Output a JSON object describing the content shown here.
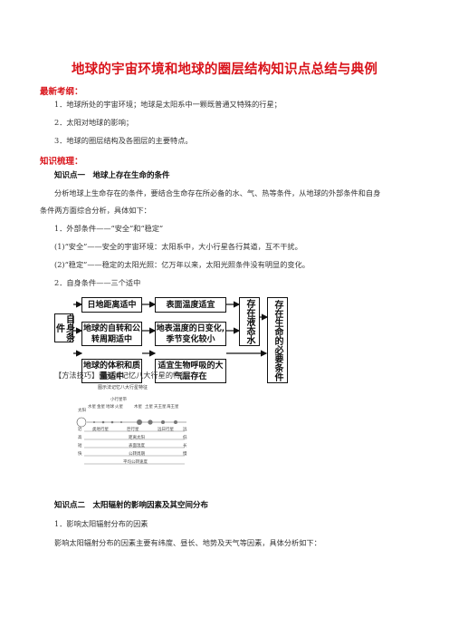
{
  "title": "地球的宇宙环境和地球的圈层结构知识点总结与典例",
  "exam": {
    "heading": "最新考纲：",
    "items": [
      "1．地球所处的宇宙环境；地球是太阳系中一颗既普通又特殊的行星；",
      "2．太阳对地球的影响；",
      "3．地球的圈层结构及各圈层的主要特点。"
    ]
  },
  "knowledge": {
    "heading": "知识梳理：",
    "point1": {
      "title": "知识点一　地球上存在生命的条件",
      "intro_line1": "分析地球上生命存在的条件，要结合生命存在所必备的水、气、热等条件，从地球的外部条件和自身",
      "intro_line2": "条件两方面综合分析，具体如下：",
      "outer": "1．外部条件——“安全”和“稳定”",
      "safe": "(1)“安全”——安全的宇宙环境：太阳系中，大小行星各行其道，互不干扰。",
      "stable": "(2)“稳定”——稳定的太阳光照：亿万年以来，太阳光照条件没有明显的变化。",
      "self": "2．自身条件——三个适中"
    },
    "diagram": {
      "left": "自身条件",
      "c1": [
        "日地距离适中",
        "地球的自转和公转周期适中",
        "地球的体积和质量适中"
      ],
      "c2": [
        "表面温度适宜",
        "地表温度的日变化,季节变化较小",
        "适宜生物呼吸的大气层存在"
      ],
      "c3": "存在液态水",
      "c4": "存在生命的必要条件"
    },
    "tip": "【方法技巧】图示法记忆八大行星的特征",
    "mini": {
      "title": "图示法记忆八大行星特征",
      "planets": [
        "太阳",
        "水星",
        "金星",
        "地球",
        "火星",
        "木星",
        "土星",
        "天王星",
        "海王星"
      ],
      "top_label": "小行星带",
      "row1": [
        "类地行星",
        "巨行星",
        "远日行星"
      ],
      "labels_left": [
        "近",
        "高",
        "短",
        "快"
      ],
      "labels_mid": [
        "距离太阳",
        "表面温度",
        "公转周期",
        "平均公转速度"
      ],
      "labels_right": [
        "远",
        "低",
        "长",
        "慢"
      ]
    },
    "point2": {
      "title": "知识点二　太阳辐射的影响因素及其空间分布",
      "sub1": "1．影响太阳辐射分布的因素",
      "text": "影响太阳辐射分布的因素主要有纬度、昼长、地势及天气等因素，具体分析如下："
    }
  },
  "colors": {
    "accent": "#d9141b",
    "text": "#333333",
    "border": "#111111"
  }
}
